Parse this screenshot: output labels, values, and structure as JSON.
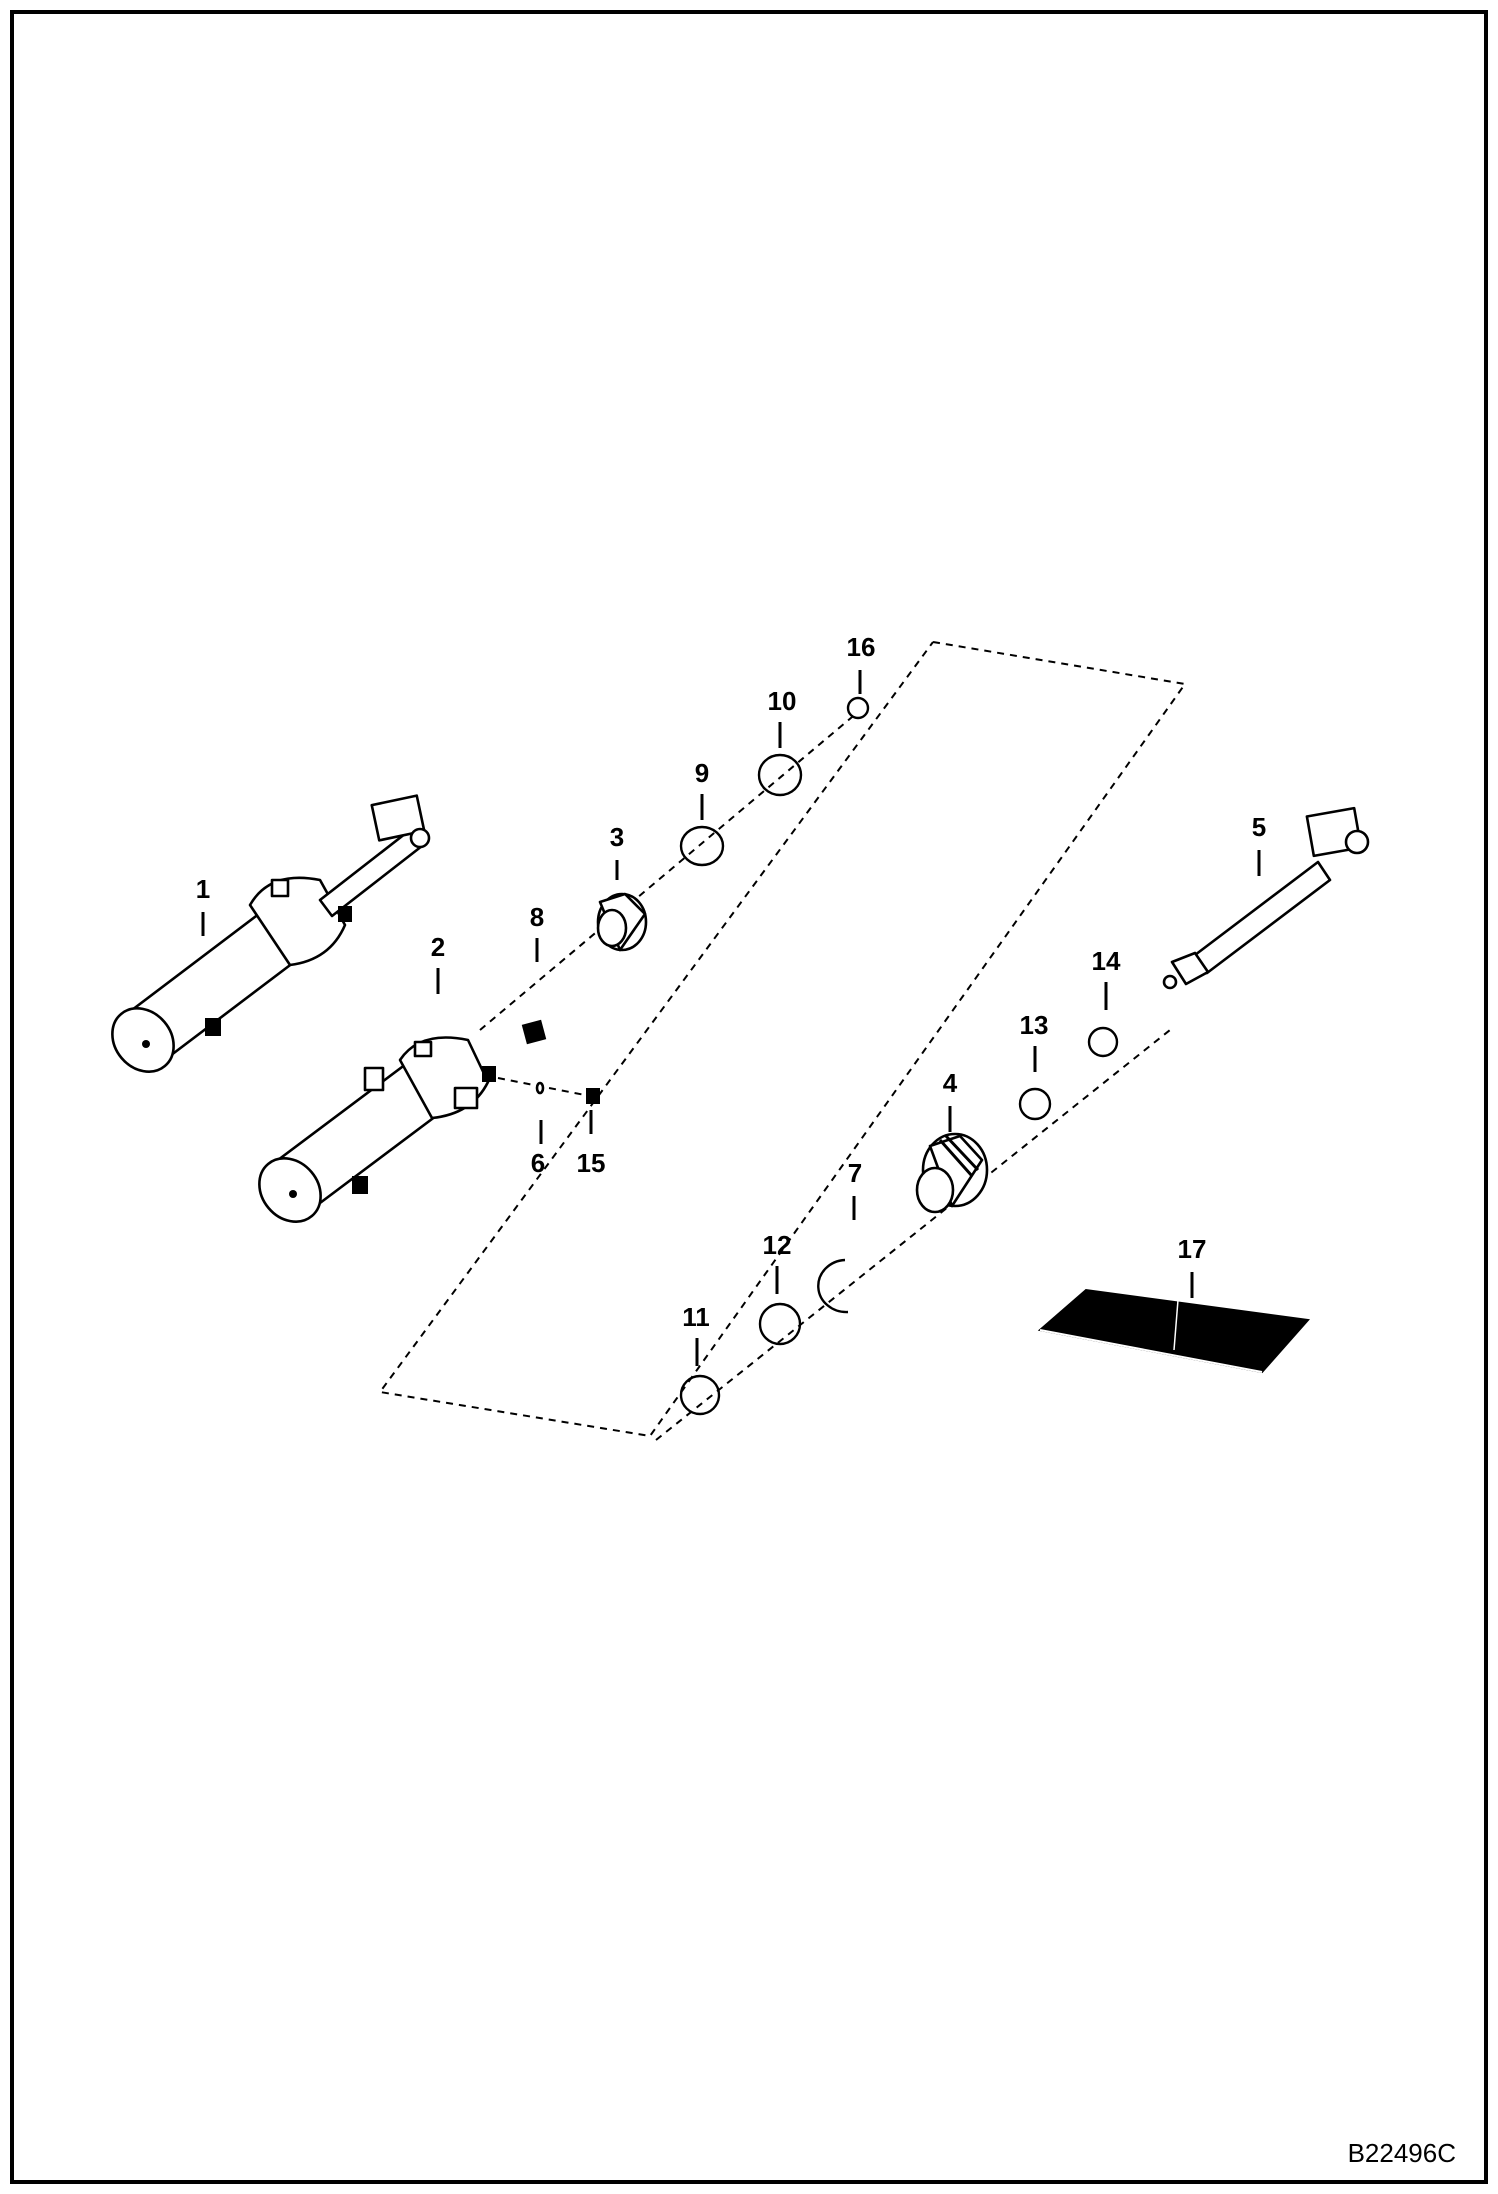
{
  "figure_id": "B22496C",
  "callouts": [
    "1",
    "2",
    "3",
    "4",
    "5",
    "6",
    "7",
    "8",
    "9",
    "10",
    "11",
    "12",
    "13",
    "14",
    "15",
    "16",
    "17"
  ]
}
